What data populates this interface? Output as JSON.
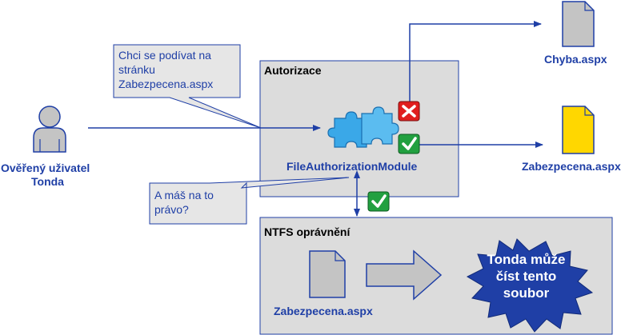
{
  "user": {
    "line1": "Ověřený uživatel",
    "line2": "Tonda"
  },
  "bubble_request": {
    "line1": "Chci se podívat na",
    "line2": "stránku",
    "line3": "Zabezpecena.aspx"
  },
  "bubble_question": {
    "line1": "A máš na to",
    "line2": "právo?"
  },
  "authorization_box": {
    "title": "Autorizace",
    "module_label": "FileAuthorizationModule"
  },
  "ntfs_box": {
    "title": "NTFS oprávnění",
    "file_label": "Zabezpecena.aspx",
    "burst_line1": "Tonda může",
    "burst_line2": "číst tento",
    "burst_line3": "soubor"
  },
  "files": {
    "error_page": "Chyba.aspx",
    "target_page": "Zabezpecena.aspx"
  },
  "colors": {
    "line_blue": "#1f3fa6",
    "box_fill": "#dcdcdc",
    "bubble_fill": "#e6e6e6",
    "doc_gray": "#c4c4c4",
    "doc_yellow": "#ffd700",
    "check_green": "#22a040",
    "x_red": "#e01e1e",
    "burst_fill": "#1f3fa6",
    "puzzle_blue": "#3aa8e8"
  }
}
